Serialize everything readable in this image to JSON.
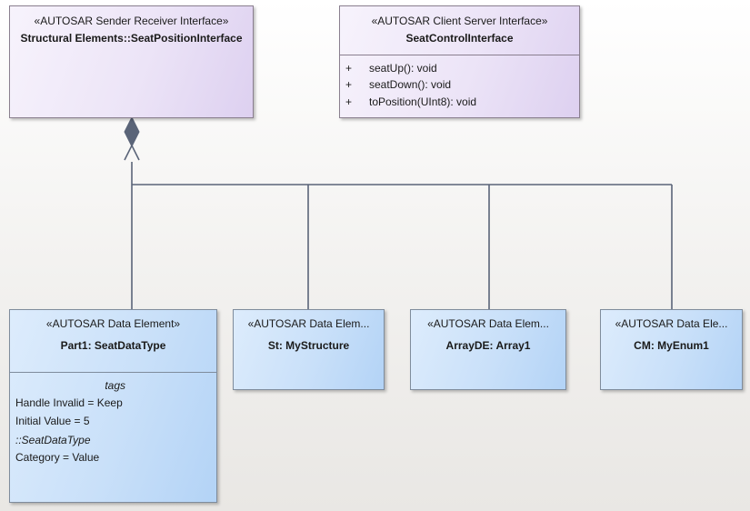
{
  "sr_interface": {
    "stereotype": "«AUTOSAR Sender Receiver Interface»",
    "name": "Structural Elements::SeatPositionInterface"
  },
  "cs_interface": {
    "stereotype": "«AUTOSAR Client Server Interface»",
    "name": "SeatControlInterface",
    "operations": [
      {
        "visibility": "+",
        "signature": "seatUp(): void"
      },
      {
        "visibility": "+",
        "signature": "seatDown(): void"
      },
      {
        "visibility": "+",
        "signature": "toPosition(UInt8): void"
      }
    ]
  },
  "elements": [
    {
      "stereotype": "«AUTOSAR Data Element»",
      "name": "Part1: SeatDataType",
      "tags_header": "tags",
      "tags": [
        "Handle Invalid = Keep",
        "Initial Value = 5"
      ],
      "type_header": "::SeatDataType",
      "type_tags": [
        "Category = Value"
      ]
    },
    {
      "stereotype": "«AUTOSAR Data Elem...",
      "name": "St: MyStructure"
    },
    {
      "stereotype": "«AUTOSAR Data Elem...",
      "name": "ArrayDE: Array1"
    },
    {
      "stereotype": "«AUTOSAR Data Ele...",
      "name": "CM: MyEnum1"
    }
  ],
  "colors": {
    "interface_fill": "#e6dcf5",
    "element_fill": "#c9e0f9",
    "connector": "#5a6478"
  }
}
